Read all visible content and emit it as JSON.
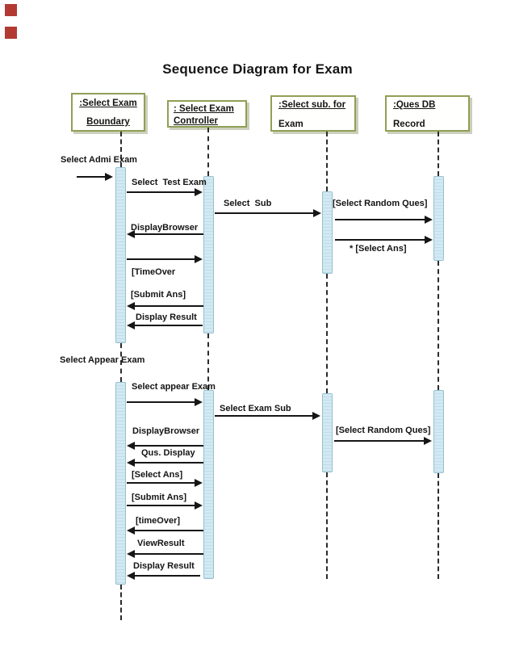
{
  "title": "Sequence Diagram for Exam",
  "colors": {
    "marker_red": "#b23a32",
    "box_border_olive": "#8f9f56",
    "box_shadow": "#ccd0bc",
    "activation_fill": "#d3e9f2",
    "activation_border": "#95c0d0",
    "line_black": "#161616"
  },
  "actors": [
    {
      "line1": ":Select Exam",
      "line2": "Boundary"
    },
    {
      "line1": ": Select Exam",
      "line2": "Controller"
    },
    {
      "line1": ":Select sub. for",
      "line2": "Exam"
    },
    {
      "line1": ":Ques DB",
      "line2": "Record"
    }
  ],
  "sections": [
    {
      "label": "Select Appear Exam"
    }
  ],
  "messages": [
    {
      "label": "Select Admi Exam"
    },
    {
      "label": "Select  Test Exam"
    },
    {
      "label": "Select  Sub"
    },
    {
      "label": "[Select Random Ques]"
    },
    {
      "label": "DisplayBrowser"
    },
    {
      "label": "* [Select Ans]"
    },
    {
      "label": "[TimeOver"
    },
    {
      "label": "[Submit Ans]"
    },
    {
      "label": "Display Result"
    },
    {
      "label": "Select appear Exam"
    },
    {
      "label": "Select Exam Sub"
    },
    {
      "label": "[Select Random Ques]"
    },
    {
      "label": "DisplayBrowser"
    },
    {
      "label": "Qus. Display"
    },
    {
      "label": "[Select Ans]"
    },
    {
      "label": "[Submit Ans]"
    },
    {
      "label": "[timeOver]"
    },
    {
      "label": "ViewResult"
    },
    {
      "label": "Display Result"
    }
  ]
}
